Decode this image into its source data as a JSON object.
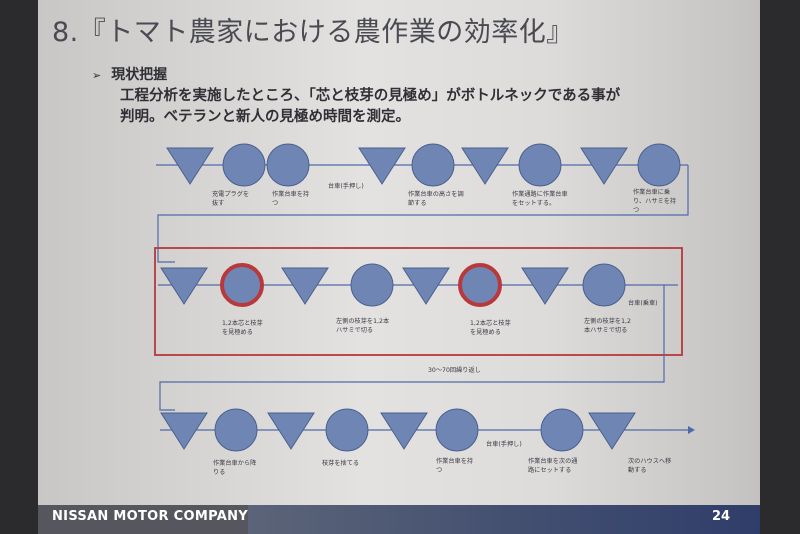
{
  "slide": {
    "title": "8.『トマト農家における農作業の効率化』",
    "bullet": "現状把握",
    "body_lines": [
      "工程分析を実施したところ、「芯と枝芽の見極め」がボトルネックである事が",
      "判明。ベテランと新人の見極め時間を測定。"
    ],
    "footer_company": "NISSAN MOTOR COMPANY",
    "page_number": "24"
  },
  "process_flow": {
    "row1": {
      "shapes": [
        "triangle",
        "circle",
        "circle",
        "triangle",
        "circle",
        "triangle",
        "circle",
        "triangle",
        "circle"
      ],
      "above_labels": [
        "台車(手押し)"
      ],
      "labels": [
        "充電プラグを\n抜す",
        "作業台車を持\nつ",
        "作業台車の高さを調\n節する",
        "作業通路に作業台車\nをセットする。",
        "作業台車に乗\nり、ハサミを持\nつ"
      ]
    },
    "row2": {
      "shapes": [
        "triangle",
        "circle-red",
        "triangle",
        "circle",
        "triangle",
        "circle-red",
        "triangle",
        "circle"
      ],
      "right_label": "台車(乗車)",
      "labels": [
        "1,2本芯と枝芽\nを見極める",
        "左側の枝芽を1,2本\nハサミで切る",
        "1,2本芯と枝芽\nを見極める",
        "左側の枝芽を1,2\n本ハサミで切る"
      ]
    },
    "loop_label": "30〜70回繰り返し",
    "row3": {
      "shapes": [
        "triangle",
        "circle",
        "triangle",
        "circle",
        "triangle",
        "circle",
        "circle",
        "triangle"
      ],
      "above_label": "台車(手押し)",
      "labels": [
        "作業台車から降\nりる",
        "枝芽を捨てる",
        "作業台車を持\nつ",
        "作業台車を次の通\n路にセットする",
        "次のハウスへ移\n動する"
      ]
    }
  },
  "colors": {
    "shape_fill": "#6f86b4",
    "shape_stroke": "#4a5f8e",
    "highlight": "#b8383c",
    "flow_line": "#4f6aa8"
  }
}
